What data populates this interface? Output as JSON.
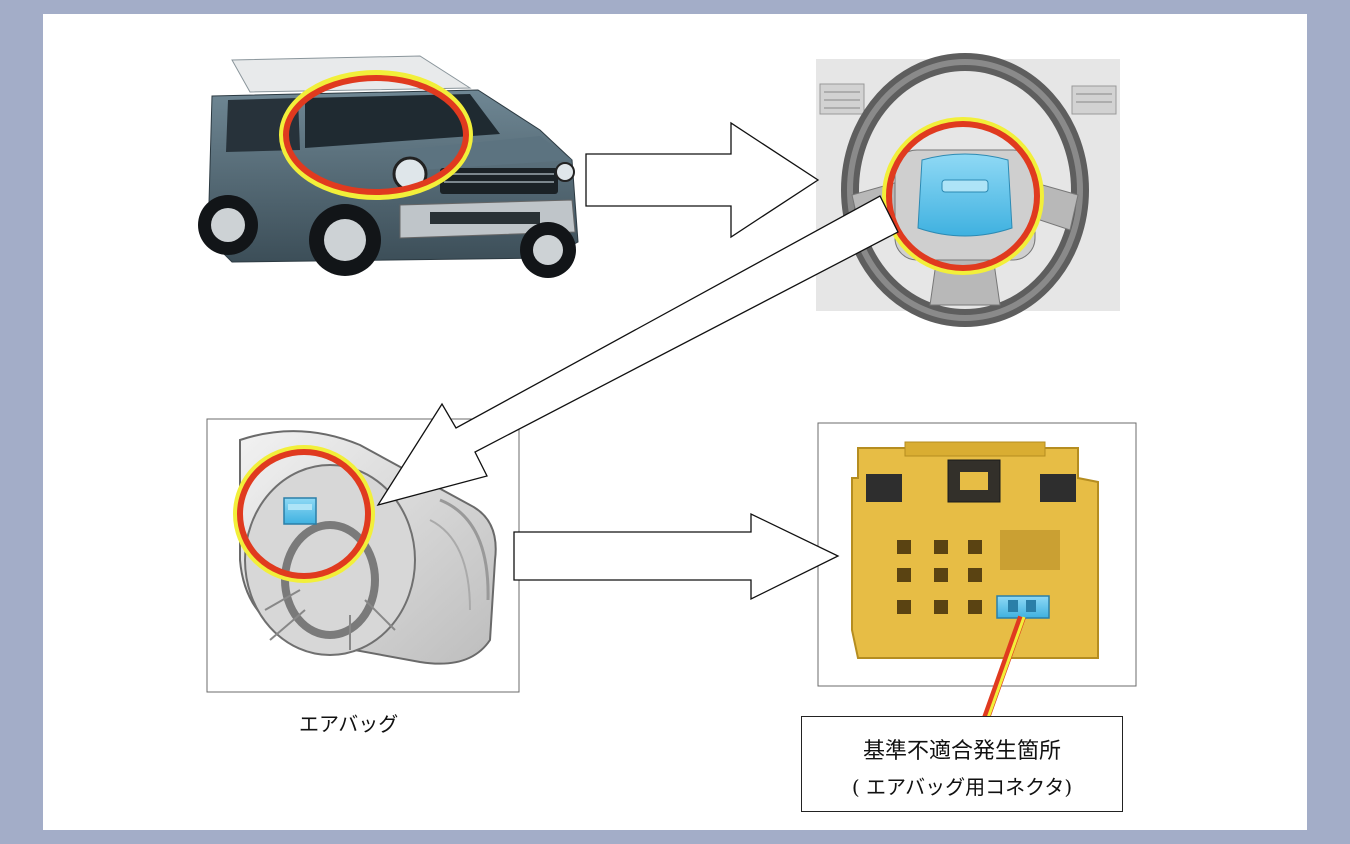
{
  "labels": {
    "airbag": "エアバッグ",
    "nonconformity_title": "基準不適合発生箇所",
    "nonconformity_sub": "( エアバッグ用コネクタ)"
  },
  "colors": {
    "frame": "#a3adc8",
    "highlight_outer": "#e03a1f",
    "highlight_inner": "#f2ef3a",
    "part_blue": "#5fc6ee",
    "connector_yellow": "#e7bd45",
    "vehicle_body": "#4f6470"
  },
  "panels": [
    {
      "name": "vehicle-photo"
    },
    {
      "name": "steering-wheel-illustration"
    },
    {
      "name": "airbag-module-illustration"
    },
    {
      "name": "airbag-connector-photo"
    }
  ]
}
